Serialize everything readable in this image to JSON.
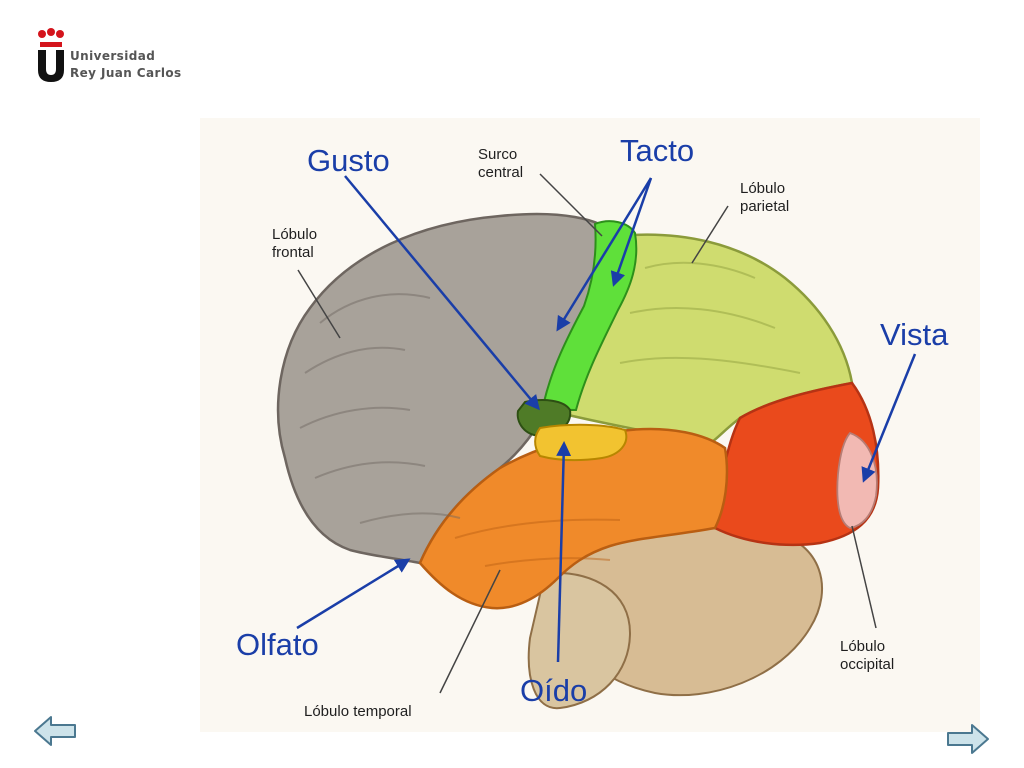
{
  "header": {
    "logo": {
      "lines": [
        "Universidad",
        "Rey Juan Carlos"
      ],
      "colors": {
        "mark": "#111111",
        "dots": "#d4141c",
        "text": "#555555"
      }
    }
  },
  "diagram": {
    "senses": {
      "gusto": "Gusto",
      "tacto": "Tacto",
      "vista": "Vista",
      "olfato": "Olfato",
      "oido": "Oído"
    },
    "structures": {
      "surco_central": [
        "Surco",
        "central"
      ],
      "lobulo_frontal": [
        "Lóbulo",
        "frontal"
      ],
      "lobulo_parietal": [
        "Lóbulo",
        "parietal"
      ],
      "lobulo_occipital": [
        "Lóbulo",
        "occipital"
      ],
      "lobulo_temporal": "Lóbulo temporal"
    },
    "colors": {
      "frontal": "#a8a29a",
      "parietal": "#cfdc6f",
      "temporal": "#f08a2a",
      "occipital": "#ea4a1c",
      "cerebellum": "#d7bc94",
      "touch_area": "#5fe03a",
      "taste_area": "#4f7b27",
      "hearing_area": "#f2c330",
      "vision_area": "#f2b9b3",
      "arrows": "#1a3ea8",
      "labels": "#1a3ea8"
    }
  },
  "navigation": {
    "previous_icon": "left-arrow-icon",
    "next_icon": "right-arrow-icon",
    "arrow_fill": "#cde3ea",
    "arrow_stroke": "#4b7890"
  }
}
